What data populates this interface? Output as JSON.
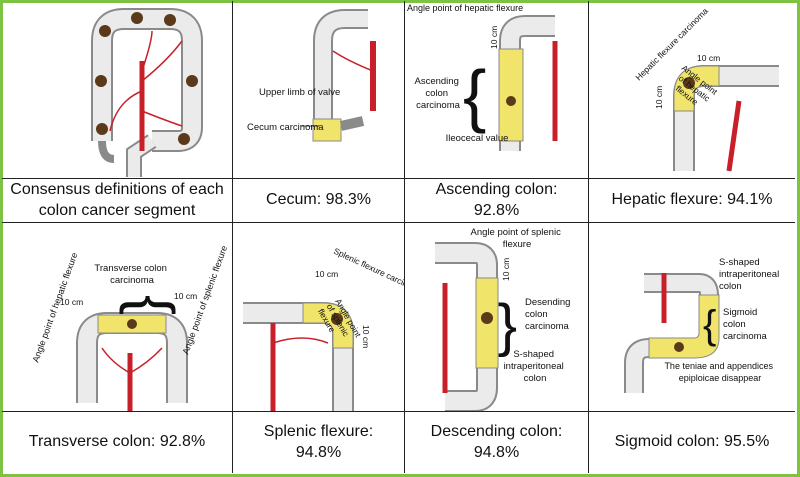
{
  "colors": {
    "frame": "#7ec242",
    "colon_fill": "#ebebeb",
    "colon_stroke": "#8a8a8a",
    "tumor_fill": "#f1e46a",
    "lesion": "#5a3a1a",
    "vessel": "#c8202a"
  },
  "cells": {
    "overview": {
      "caption": "Consensus definitions of each colon cancer segment"
    },
    "cecum": {
      "caption": "Cecum: 98.3%",
      "labels": {
        "upper_limb": "Upper limb of valve",
        "carcinoma": "Cecum carcinoma"
      }
    },
    "ascending": {
      "caption": "Ascending colon: 92.8%",
      "labels": {
        "angle_point": "Angle point of hepatic flexure",
        "ten_cm": "10 cm",
        "carcinoma_1": "Ascending",
        "carcinoma_2": "colon",
        "carcinoma_3": "carcinoma",
        "ileocecal": "Ileocecal value"
      }
    },
    "hepatic": {
      "caption": "Hepatic flexure: 94.1%",
      "labels": {
        "carcinoma": "Hepatic flexure carcinoma",
        "ten_cm_top": "10 cm",
        "ten_cm_left": "10 cm",
        "angle_1": "Angle point",
        "angle_2": "of hepatic",
        "angle_3": "flexure"
      }
    },
    "transverse": {
      "caption": "Transverse colon: 92.8%",
      "labels": {
        "carcinoma_1": "Transverse colon",
        "carcinoma_2": "carcinoma",
        "ten_cm_left": "10 cm",
        "ten_cm_right": "10 cm",
        "hepatic_angle": "Angle point of hepatic flexure",
        "splenic_angle": "Angle point of splenic flexure"
      }
    },
    "splenic": {
      "caption": "Splenic flexure: 94.8%",
      "labels": {
        "carcinoma": "Splenic flexure carcinoma",
        "ten_cm_top": "10 cm",
        "ten_cm_right": "10 cm",
        "angle_1": "Angle point",
        "angle_2": "of splenic",
        "angle_3": "flexure"
      }
    },
    "descending": {
      "caption": "Descending colon: 94.8%",
      "labels": {
        "angle_1": "Angle point of splenic",
        "angle_2": "flexure",
        "ten_cm": "10 cm",
        "carcinoma_1": "Desending",
        "carcinoma_2": "colon",
        "carcinoma_3": "carcinoma",
        "s_shaped_1": "S-shaped",
        "s_shaped_2": "intraperitoneal",
        "s_shaped_3": "colon"
      }
    },
    "sigmoid": {
      "caption": "Sigmoid colon: 95.5%",
      "labels": {
        "s_shaped_1": "S-shaped",
        "s_shaped_2": "intraperitoneal",
        "s_shaped_3": "colon",
        "carcinoma_1": "Sigmoid",
        "carcinoma_2": "colon",
        "carcinoma_3": "carcinoma",
        "teniae_1": "The teniae and appendices",
        "teniae_2": "epiploicae disappear"
      }
    }
  }
}
